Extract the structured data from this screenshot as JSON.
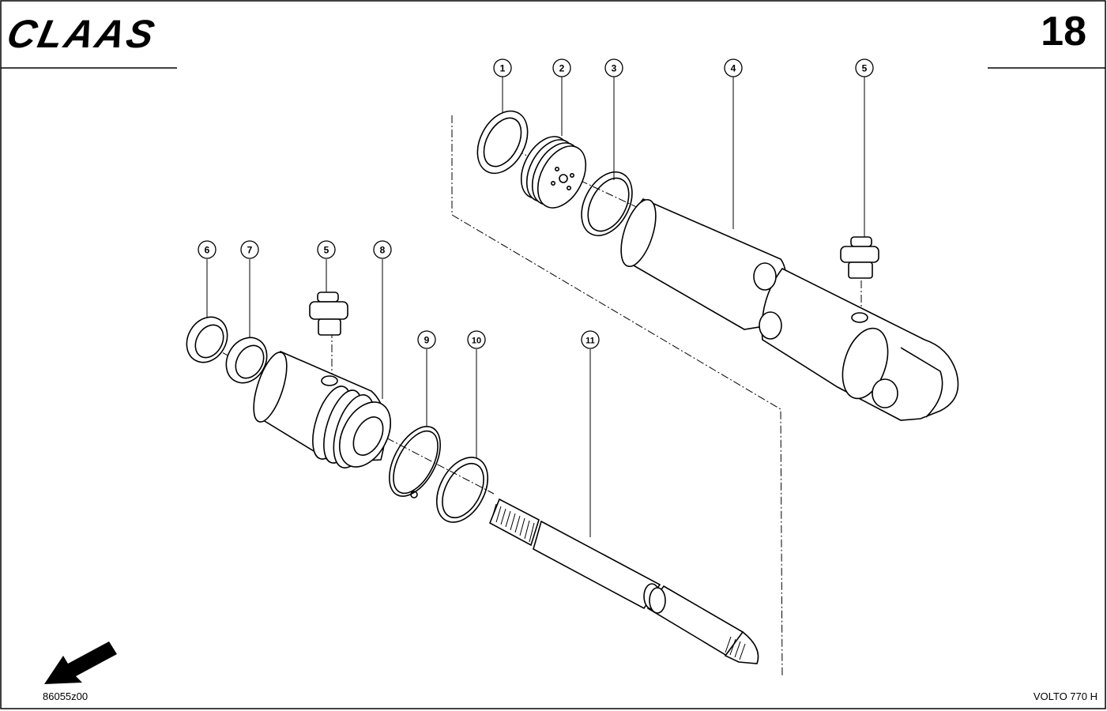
{
  "header": {
    "brand": "CLAAS",
    "page_number": "18"
  },
  "footer": {
    "drawing_number": "86055z00",
    "model": "VOLTO 770 H"
  },
  "callouts": [
    "1",
    "2",
    "3",
    "4",
    "5",
    "5",
    "6",
    "7",
    "8",
    "9",
    "10",
    "11"
  ],
  "icons": {
    "direction_arrow": "arrow-down-left-icon"
  }
}
